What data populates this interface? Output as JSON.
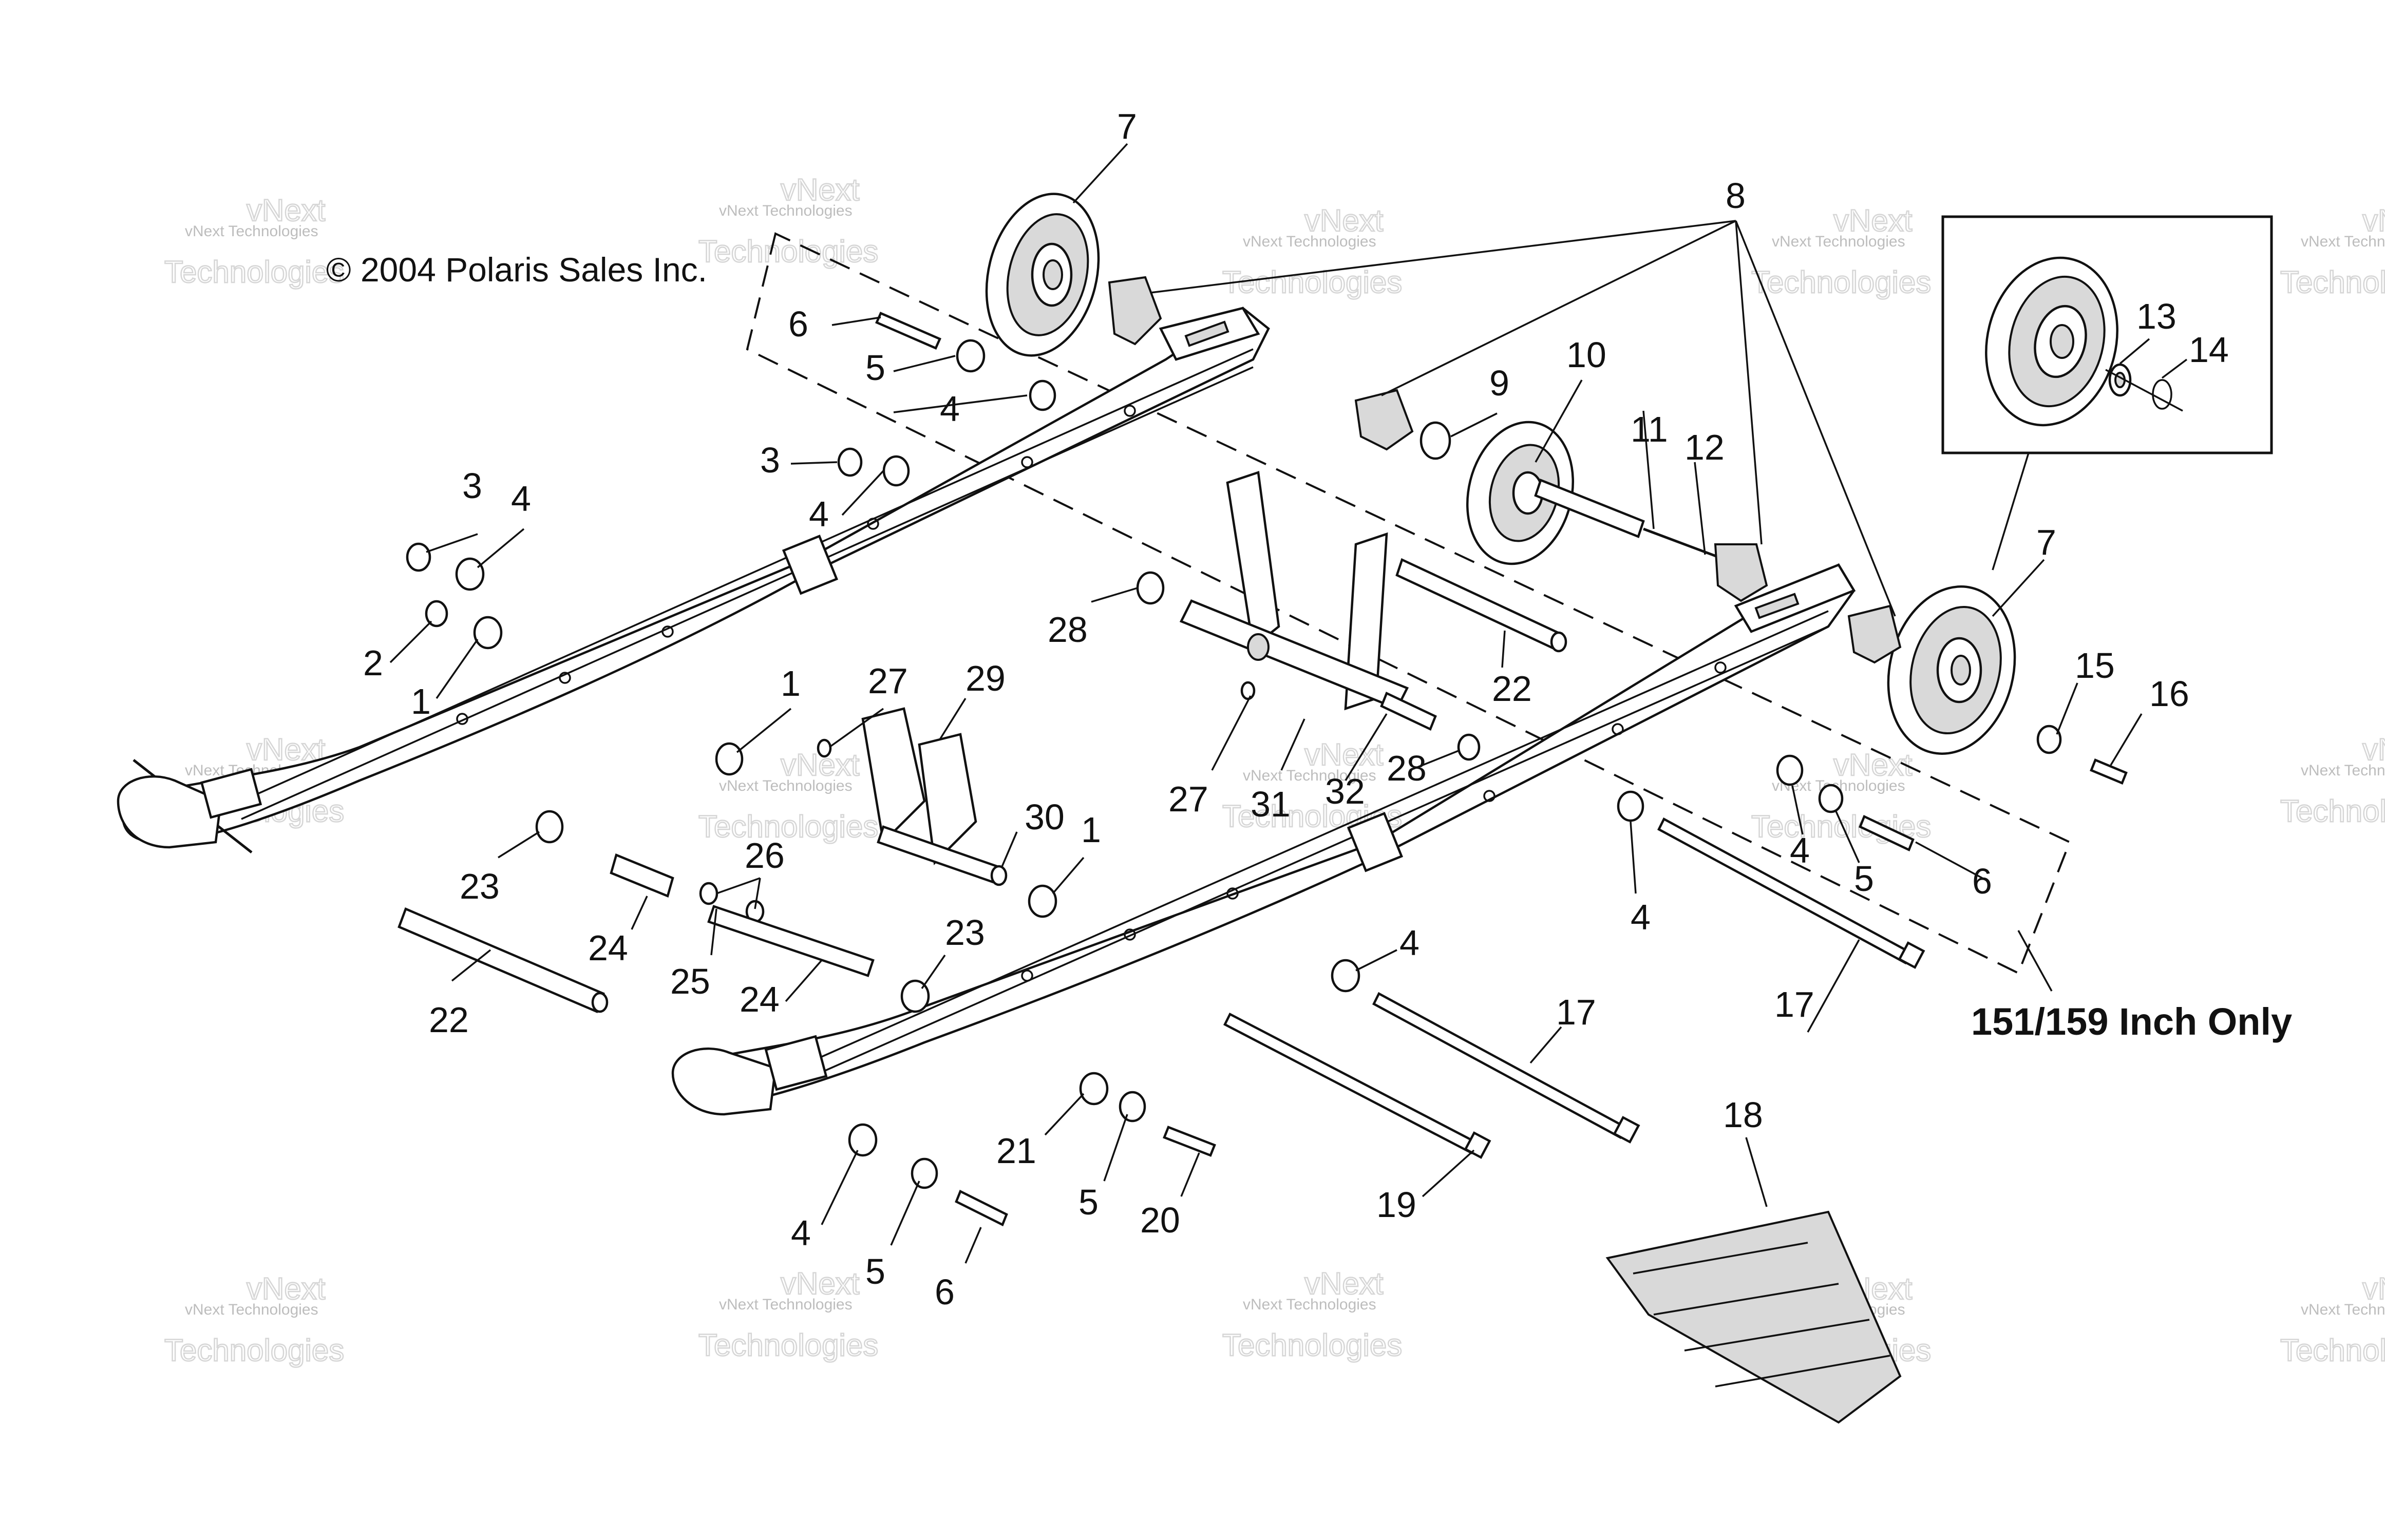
{
  "copyright": "© 2004 Polaris Sales Inc.",
  "option_note": "151/159 Inch Only",
  "watermark": {
    "line1": "vNext Technologies",
    "line2a": "vNext",
    "line2b": "Technologies"
  },
  "callouts": {
    "c1": "7",
    "c2": "8",
    "c3": "7",
    "c4": "6",
    "c5": "5",
    "c6": "4",
    "c7": "3",
    "c8": "4",
    "c9": "3",
    "c10": "4",
    "c11": "2",
    "c12": "1",
    "c13": "9",
    "c14": "10",
    "c15": "11",
    "c16": "12",
    "c17": "13",
    "c18": "14",
    "c19": "28",
    "c20": "22",
    "c21": "1",
    "c22": "27",
    "c23": "29",
    "c24": "27",
    "c25": "31",
    "c26": "32",
    "c27": "28",
    "c28": "15",
    "c29": "16",
    "c30": "4",
    "c31": "5",
    "c32": "6",
    "c33": "4",
    "c34": "30",
    "c35": "1",
    "c36": "26",
    "c37": "23",
    "c38": "24",
    "c39": "25",
    "c40": "24",
    "c41": "23",
    "c42": "22",
    "c43": "4",
    "c44": "17",
    "c45": "17",
    "c46": "18",
    "c47": "21",
    "c48": "5",
    "c49": "20",
    "c50": "19",
    "c51": "4",
    "c52": "5",
    "c53": "6"
  }
}
